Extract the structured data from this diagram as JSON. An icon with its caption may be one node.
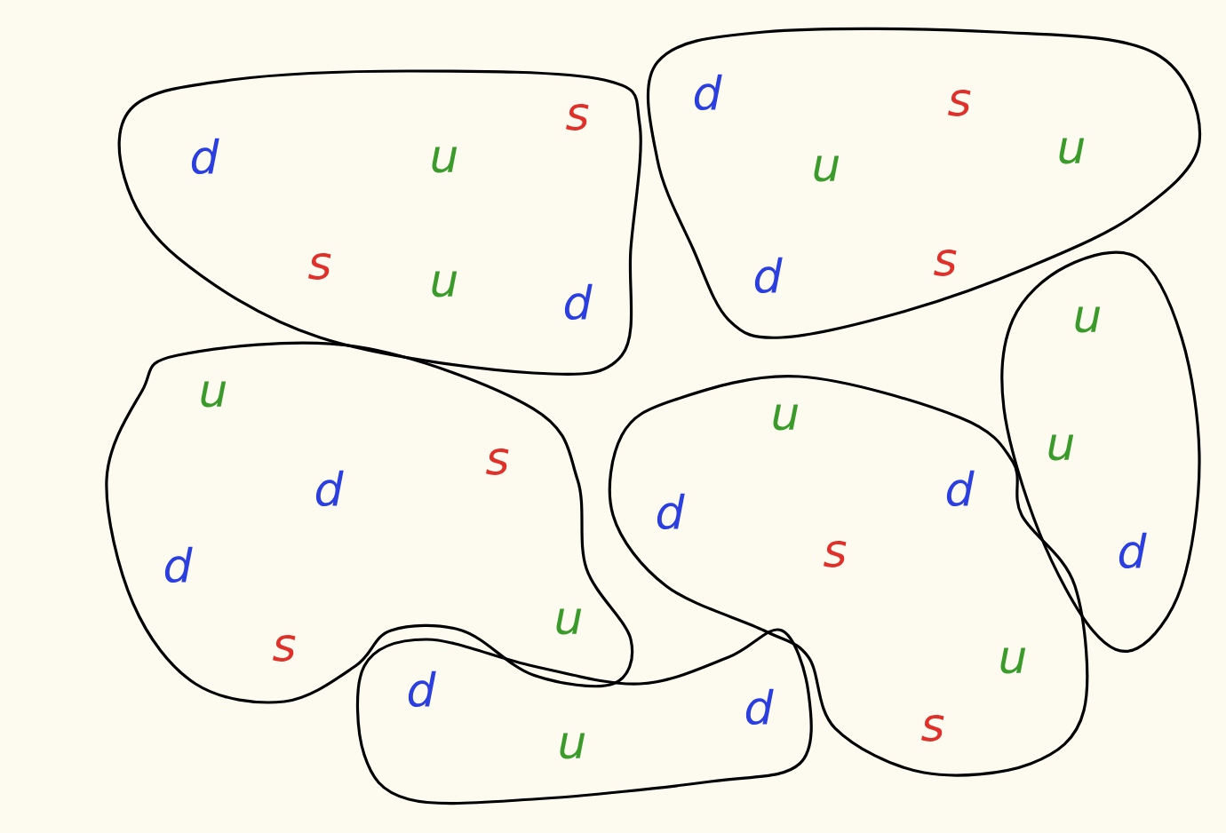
{
  "diagram": {
    "nodes": [
      {
        "text": [
          "d",
          "u",
          "s",
          "s",
          "u",
          "d"
        ]
      },
      {
        "text": [
          "d",
          "u",
          "s",
          "u",
          "d",
          "s"
        ]
      },
      {
        "text": [
          "u",
          "u",
          "d"
        ]
      },
      {
        "text": [
          "u",
          "d",
          "s",
          "d",
          "s",
          "u"
        ]
      },
      {
        "text": [
          "u",
          "d",
          "d",
          "s",
          "u",
          "s"
        ]
      },
      {
        "text": [
          "d",
          "u",
          "d"
        ]
      }
    ]
  }
}
